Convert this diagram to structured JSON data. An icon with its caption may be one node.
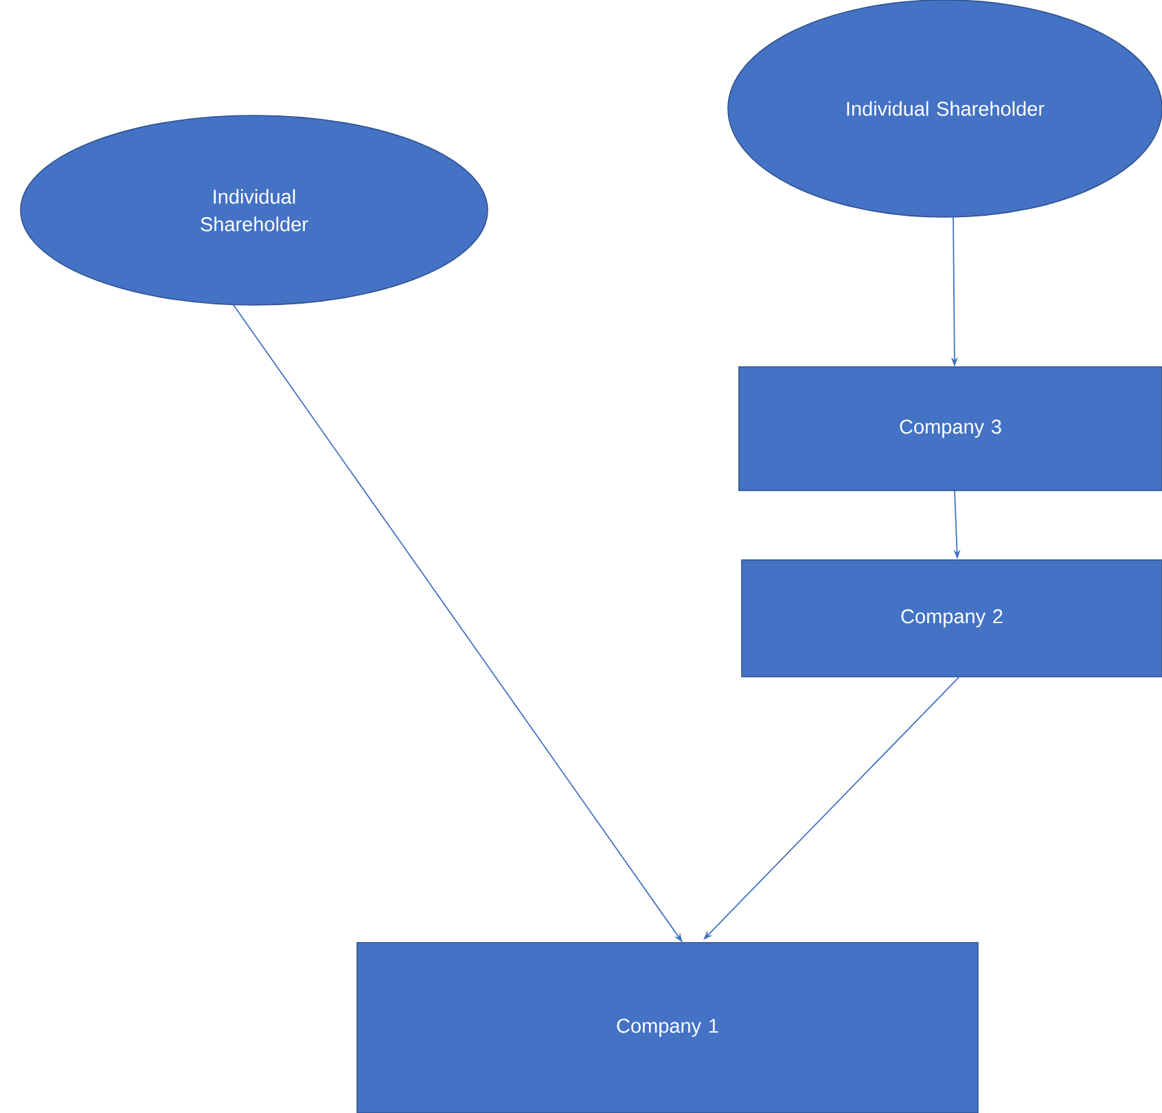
{
  "diagram": {
    "nodes": [
      {
        "text": [
          "Individual Shareholder"
        ]
      },
      {
        "text": [
          "Individual Shareholder"
        ]
      },
      {
        "text": [
          "Company 3"
        ]
      },
      {
        "text": [
          "Company 2"
        ]
      },
      {
        "text": [
          "Company 1"
        ]
      }
    ],
    "edges": [
      {
        "from": 0,
        "to": 4,
        "arrow": "to"
      },
      {
        "from": 1,
        "to": 2,
        "arrow": "to"
      },
      {
        "from": 2,
        "to": 3,
        "arrow": "to"
      },
      {
        "from": 3,
        "to": 4,
        "arrow": "to"
      }
    ]
  }
}
